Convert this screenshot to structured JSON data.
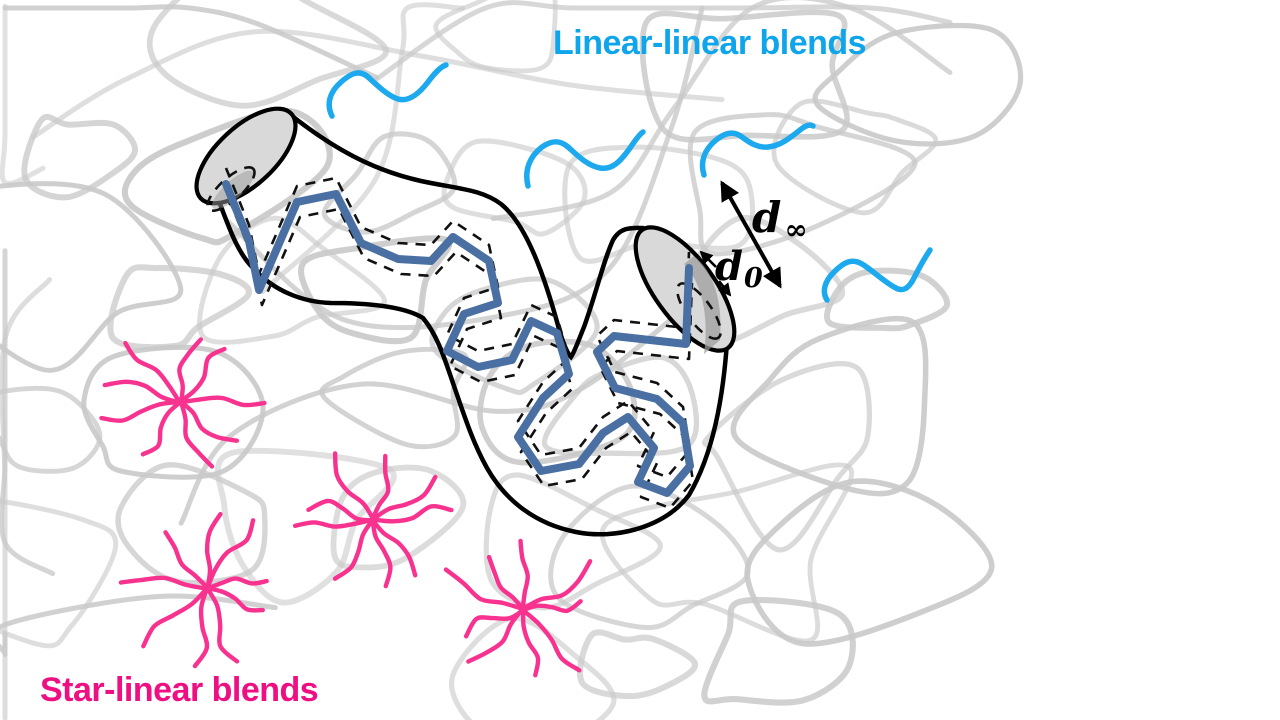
{
  "labels": {
    "linear_linear": "Linear-linear blends",
    "star_linear": "Star-linear blends"
  },
  "annotations": {
    "d_infinity_base": "d",
    "d_infinity_sub": "∞",
    "d_zero_base": "d",
    "d_zero_sub": "0"
  },
  "colors": {
    "linear_label": "#0FA5EA",
    "linear_chain": "#1CA9ED",
    "star_label": "#EE0F82",
    "star_chain": "#F7338F",
    "probe_chain": "#4A70A3",
    "matrix_mesh": "#C9C9C9",
    "tube_outline": "#000000",
    "tube_cap_fill": "#D9D9D9",
    "tube_cap_shadow": "#9B9B9B"
  }
}
